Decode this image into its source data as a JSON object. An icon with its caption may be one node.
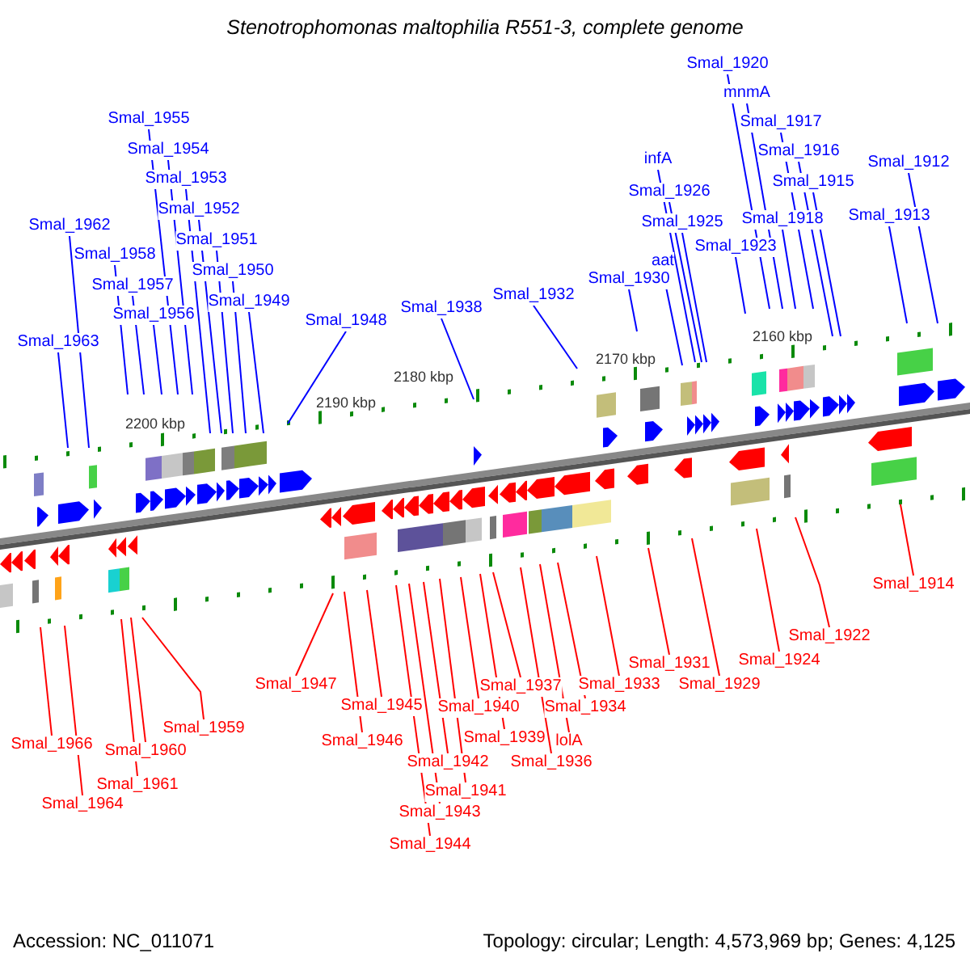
{
  "diagram": {
    "title": "Stenotrophomonas maltophilia R551-3, complete genome",
    "nodes": [
      {
        "text": [
          "Smal_1920"
        ]
      },
      {
        "text": [
          "mnmA"
        ]
      },
      {
        "text": [
          "Smal_1955"
        ]
      },
      {
        "text": [
          "Smal_1917"
        ]
      },
      {
        "text": [
          "Smal_1954"
        ]
      },
      {
        "text": [
          "Smal_1916"
        ]
      },
      {
        "text": [
          "infA"
        ]
      },
      {
        "text": [
          "Smal_1912"
        ]
      },
      {
        "text": [
          "Smal_1953"
        ]
      },
      {
        "text": [
          "Smal_1915"
        ]
      },
      {
        "text": [
          "Smal_1926"
        ]
      },
      {
        "text": [
          "Smal_1952"
        ]
      },
      {
        "text": [
          "Smal_1913"
        ]
      },
      {
        "text": [
          "Smal_1918"
        ]
      },
      {
        "text": [
          "Smal_1925"
        ]
      },
      {
        "text": [
          "Smal_1962"
        ]
      },
      {
        "text": [
          "Smal_1951"
        ]
      },
      {
        "text": [
          "Smal_1923"
        ]
      },
      {
        "text": [
          "Smal_1958"
        ]
      },
      {
        "text": [
          "aat"
        ]
      },
      {
        "text": [
          "Smal_1950"
        ]
      },
      {
        "text": [
          "Smal_1930"
        ]
      },
      {
        "text": [
          "Smal_1957"
        ]
      },
      {
        "text": [
          "Smal_1932"
        ]
      },
      {
        "text": [
          "Smal_1949"
        ]
      },
      {
        "text": [
          "Smal_1938"
        ]
      },
      {
        "text": [
          "Smal_1956"
        ]
      },
      {
        "text": [
          "Smal_1948"
        ]
      },
      {
        "text": [
          "Smal_1963"
        ]
      },
      {
        "text": [
          "Smal_1914"
        ]
      },
      {
        "text": [
          "Smal_1922"
        ]
      },
      {
        "text": [
          "Smal_1924"
        ]
      },
      {
        "text": [
          "Smal_1931"
        ]
      },
      {
        "text": [
          "Smal_1947"
        ]
      },
      {
        "text": [
          "Smal_1937"
        ]
      },
      {
        "text": [
          "Smal_1933"
        ]
      },
      {
        "text": [
          "Smal_1929"
        ]
      },
      {
        "text": [
          "Smal_1945"
        ]
      },
      {
        "text": [
          "Smal_1940"
        ]
      },
      {
        "text": [
          "Smal_1934"
        ]
      },
      {
        "text": [
          "Smal_1959"
        ]
      },
      {
        "text": [
          "Smal_1946"
        ]
      },
      {
        "text": [
          "Smal_1939"
        ]
      },
      {
        "text": [
          "lolA"
        ]
      },
      {
        "text": [
          "Smal_1966"
        ]
      },
      {
        "text": [
          "Smal_1960"
        ]
      },
      {
        "text": [
          "Smal_1942"
        ]
      },
      {
        "text": [
          "Smal_1936"
        ]
      },
      {
        "text": [
          "Smal_1961"
        ]
      },
      {
        "text": [
          "Smal_1941"
        ]
      },
      {
        "text": [
          "Smal_1964"
        ]
      },
      {
        "text": [
          "Smal_1943"
        ]
      },
      {
        "text": [
          "Smal_1944"
        ]
      }
    ],
    "edges": [
      {
        "from": 0,
        "to": null,
        "arrow": "none"
      },
      {
        "from": 1,
        "to": null,
        "arrow": "none"
      },
      {
        "from": 2,
        "to": null,
        "arrow": "none"
      },
      {
        "from": 3,
        "to": null,
        "arrow": "none"
      },
      {
        "from": 4,
        "to": null,
        "arrow": "none"
      },
      {
        "from": 5,
        "to": null,
        "arrow": "none"
      },
      {
        "from": 6,
        "to": null,
        "arrow": "none"
      },
      {
        "from": 7,
        "to": null,
        "arrow": "none"
      },
      {
        "from": 8,
        "to": null,
        "arrow": "none"
      },
      {
        "from": 9,
        "to": null,
        "arrow": "none"
      },
      {
        "from": 10,
        "to": null,
        "arrow": "none"
      },
      {
        "from": 11,
        "to": null,
        "arrow": "none"
      },
      {
        "from": 12,
        "to": null,
        "arrow": "none"
      },
      {
        "from": 13,
        "to": null,
        "arrow": "none"
      },
      {
        "from": 14,
        "to": null,
        "arrow": "none"
      },
      {
        "from": 15,
        "to": null,
        "arrow": "none"
      },
      {
        "from": 16,
        "to": null,
        "arrow": "none"
      },
      {
        "from": 17,
        "to": null,
        "arrow": "none"
      },
      {
        "from": 18,
        "to": null,
        "arrow": "none"
      },
      {
        "from": 19,
        "to": null,
        "arrow": "none"
      },
      {
        "from": 20,
        "to": null,
        "arrow": "none"
      },
      {
        "from": 21,
        "to": null,
        "arrow": "none"
      },
      {
        "from": 22,
        "to": null,
        "arrow": "none"
      },
      {
        "from": 23,
        "to": null,
        "arrow": "none"
      },
      {
        "from": 24,
        "to": null,
        "arrow": "none"
      },
      {
        "from": 25,
        "to": null,
        "arrow": "none"
      },
      {
        "from": 26,
        "to": null,
        "arrow": "none"
      },
      {
        "from": 27,
        "to": null,
        "arrow": "none"
      },
      {
        "from": 28,
        "to": null,
        "arrow": "none"
      },
      {
        "from": 29,
        "to": null,
        "arrow": "none",
        "color": "#ff0000"
      },
      {
        "from": 30,
        "to": null,
        "arrow": "none",
        "color": "#ff0000"
      },
      {
        "from": 31,
        "to": null,
        "arrow": "none",
        "color": "#ff0000"
      },
      {
        "from": 32,
        "to": null,
        "arrow": "none",
        "color": "#ff0000"
      },
      {
        "from": 33,
        "to": null,
        "arrow": "none",
        "color": "#ff0000"
      },
      {
        "from": 34,
        "to": null,
        "arrow": "none",
        "color": "#ff0000"
      },
      {
        "from": 35,
        "to": null,
        "arrow": "none",
        "color": "#ff0000"
      },
      {
        "from": 36,
        "to": null,
        "arrow": "none",
        "color": "#ff0000"
      },
      {
        "from": 37,
        "to": null,
        "arrow": "none",
        "color": "#ff0000"
      },
      {
        "from": 38,
        "to": null,
        "arrow": "none",
        "color": "#ff0000"
      },
      {
        "from": 39,
        "to": null,
        "arrow": "none",
        "color": "#ff0000"
      },
      {
        "from": 40,
        "to": null,
        "arrow": "none",
        "color": "#ff0000"
      },
      {
        "from": 41,
        "to": null,
        "arrow": "none",
        "color": "#ff0000"
      },
      {
        "from": 42,
        "to": null,
        "arrow": "none",
        "color": "#ff0000"
      },
      {
        "from": 43,
        "to": null,
        "arrow": "none",
        "color": "#ff0000"
      },
      {
        "from": 44,
        "to": null,
        "arrow": "none",
        "color": "#ff0000"
      },
      {
        "from": 45,
        "to": null,
        "arrow": "none",
        "color": "#ff0000"
      },
      {
        "from": 46,
        "to": null,
        "arrow": "none",
        "color": "#ff0000"
      },
      {
        "from": 47,
        "to": null,
        "arrow": "none",
        "color": "#ff0000"
      },
      {
        "from": 48,
        "to": null,
        "arrow": "none",
        "color": "#ff0000"
      },
      {
        "from": 49,
        "to": null,
        "arrow": "none",
        "color": "#ff0000"
      },
      {
        "from": 50,
        "to": null,
        "arrow": "none",
        "color": "#ff0000"
      },
      {
        "from": 51,
        "to": null,
        "arrow": "none",
        "color": "#ff0000"
      },
      {
        "from": 52,
        "to": null,
        "arrow": "none",
        "color": "#ff0000"
      }
    ],
    "labels": [
      "2200 kbp",
      "2190 kbp",
      "2180 kbp",
      "2170 kbp",
      "2160 kbp",
      "Accession: NC_011071",
      "Topology: circular; Length: 4,573,969 bp; Genes: 4,125"
    ]
  }
}
